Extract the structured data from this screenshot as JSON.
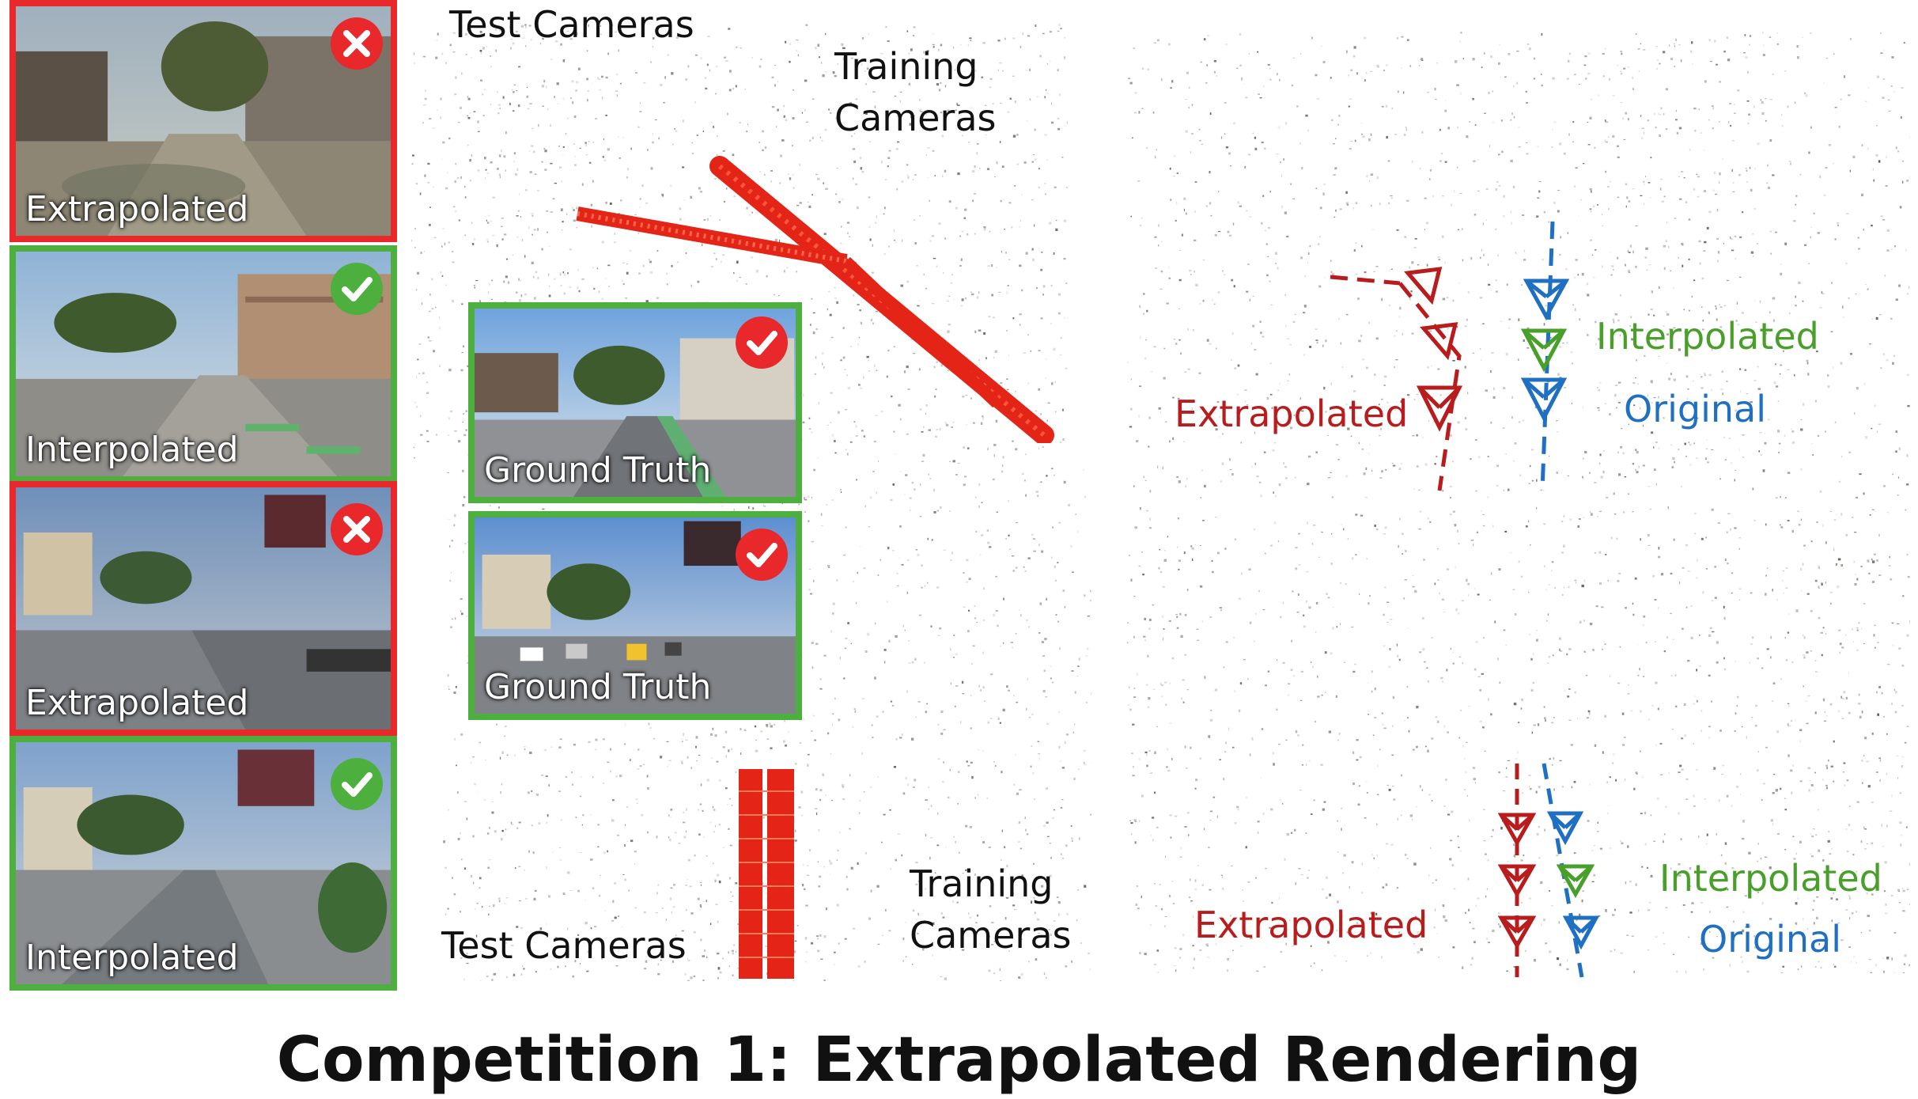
{
  "title": "Competition 1: Extrapolated Rendering",
  "colors": {
    "extrapolated": "#b81c1c",
    "interpolated": "#48a02a",
    "original": "#1f6fc2",
    "wrong_border": "#e8282b",
    "correct_border": "#4caf3e"
  },
  "left_column": [
    {
      "caption": "Extrapolated",
      "status": "wrong",
      "icon": "x-icon"
    },
    {
      "caption": "Interpolated",
      "status": "correct",
      "icon": "check-icon"
    },
    {
      "caption": "Extrapolated",
      "status": "wrong",
      "icon": "x-icon"
    },
    {
      "caption": "Interpolated",
      "status": "correct",
      "icon": "check-icon"
    }
  ],
  "middle": {
    "top_test_cameras": "Test Cameras",
    "top_training_cameras": "Training Cameras",
    "bottom_test_cameras": "Test Cameras",
    "bottom_training_cameras": "Training Cameras",
    "gt_top": "Ground Truth",
    "gt_bottom": "Ground Truth"
  },
  "right_top": {
    "extrapolated": "Extrapolated",
    "interpolated": "Interpolated",
    "original": "Original"
  },
  "right_bottom": {
    "extrapolated": "Extrapolated",
    "interpolated": "Interpolated",
    "original": "Original"
  }
}
